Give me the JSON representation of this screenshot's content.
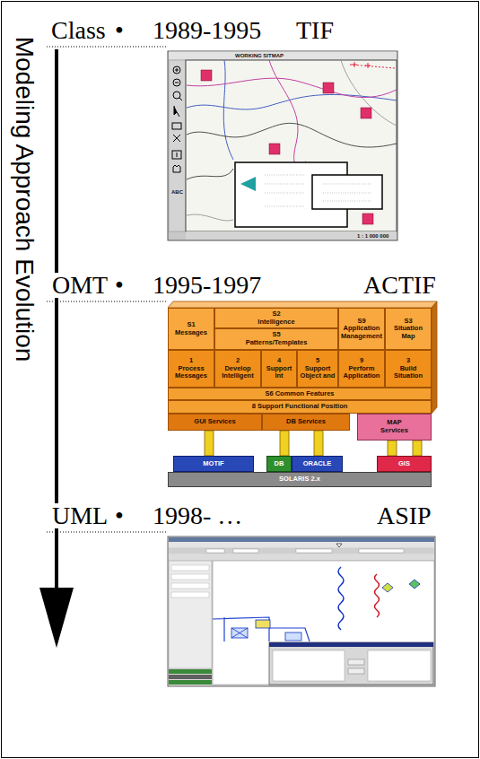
{
  "diagram": {
    "nodes": [
      {
        "text": [
          "S1",
          "Messages"
        ]
      },
      {
        "text": [
          "S2",
          "Intelligence"
        ]
      },
      {
        "text": [
          "S5",
          "Patterns/Templates"
        ]
      },
      {
        "text": [
          "S9",
          "Application Management"
        ]
      },
      {
        "text": [
          "S3",
          "Situation Map"
        ]
      },
      {
        "text": [
          "1",
          "Process Messages"
        ]
      },
      {
        "text": [
          "2",
          "Develop Intelligent"
        ]
      },
      {
        "text": [
          "4",
          "Support Int"
        ]
      },
      {
        "text": [
          "5",
          "Support Object and"
        ]
      },
      {
        "text": [
          "9",
          "Perform Application"
        ]
      },
      {
        "text": [
          "3",
          "Build Situation"
        ]
      },
      {
        "text": [
          "S6 Common Features"
        ]
      },
      {
        "text": [
          "8 Support Functional Position"
        ]
      },
      {
        "text": [
          "GUI Services"
        ]
      },
      {
        "text": [
          "DB Services"
        ]
      },
      {
        "text": [
          "MAP",
          "Services"
        ]
      },
      {
        "text": [
          "MOTIF"
        ]
      },
      {
        "text": [
          "DB"
        ]
      },
      {
        "text": [
          "ORACLE"
        ]
      },
      {
        "text": [
          "GIS"
        ]
      },
      {
        "text": [
          "SOLARIS 2.x"
        ]
      }
    ],
    "labels": [
      "Modeling Approach Evolution",
      "Class",
      "•",
      "1989-1995",
      "TIF",
      "WORKING SITMAP",
      "ABC",
      "1 : 1 000 000",
      "OMT",
      "•",
      "1995-1997",
      "ACTIF",
      "UML",
      "•",
      "1998- …",
      "ASIP"
    ]
  }
}
